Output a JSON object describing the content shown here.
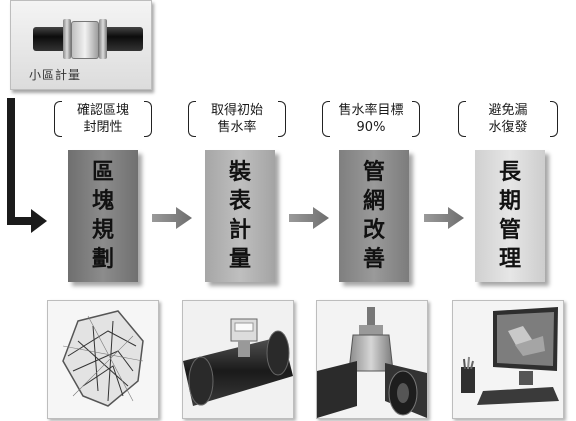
{
  "meter_image": {
    "label": "小區計量",
    "icon": "water-meter-icon"
  },
  "notes": [
    {
      "text": "確認區塊\n封閉性"
    },
    {
      "text": "取得初始\n售水率"
    },
    {
      "text": "售水率目標\n90%"
    },
    {
      "text": "避免漏\n水復發"
    }
  ],
  "steps": [
    {
      "label": "區塊規劃"
    },
    {
      "label": "裝表計量"
    },
    {
      "label": "管網改善"
    },
    {
      "label": "長期管理"
    }
  ],
  "photos": [
    {
      "icon": "pipe-network-map-icon"
    },
    {
      "icon": "pipe-meter-icon"
    },
    {
      "icon": "gate-valve-icon"
    },
    {
      "icon": "computer-monitor-icon"
    }
  ],
  "colors": {
    "arrow": "#1b1b1b",
    "flow_arrow": "#8a8a8a"
  }
}
